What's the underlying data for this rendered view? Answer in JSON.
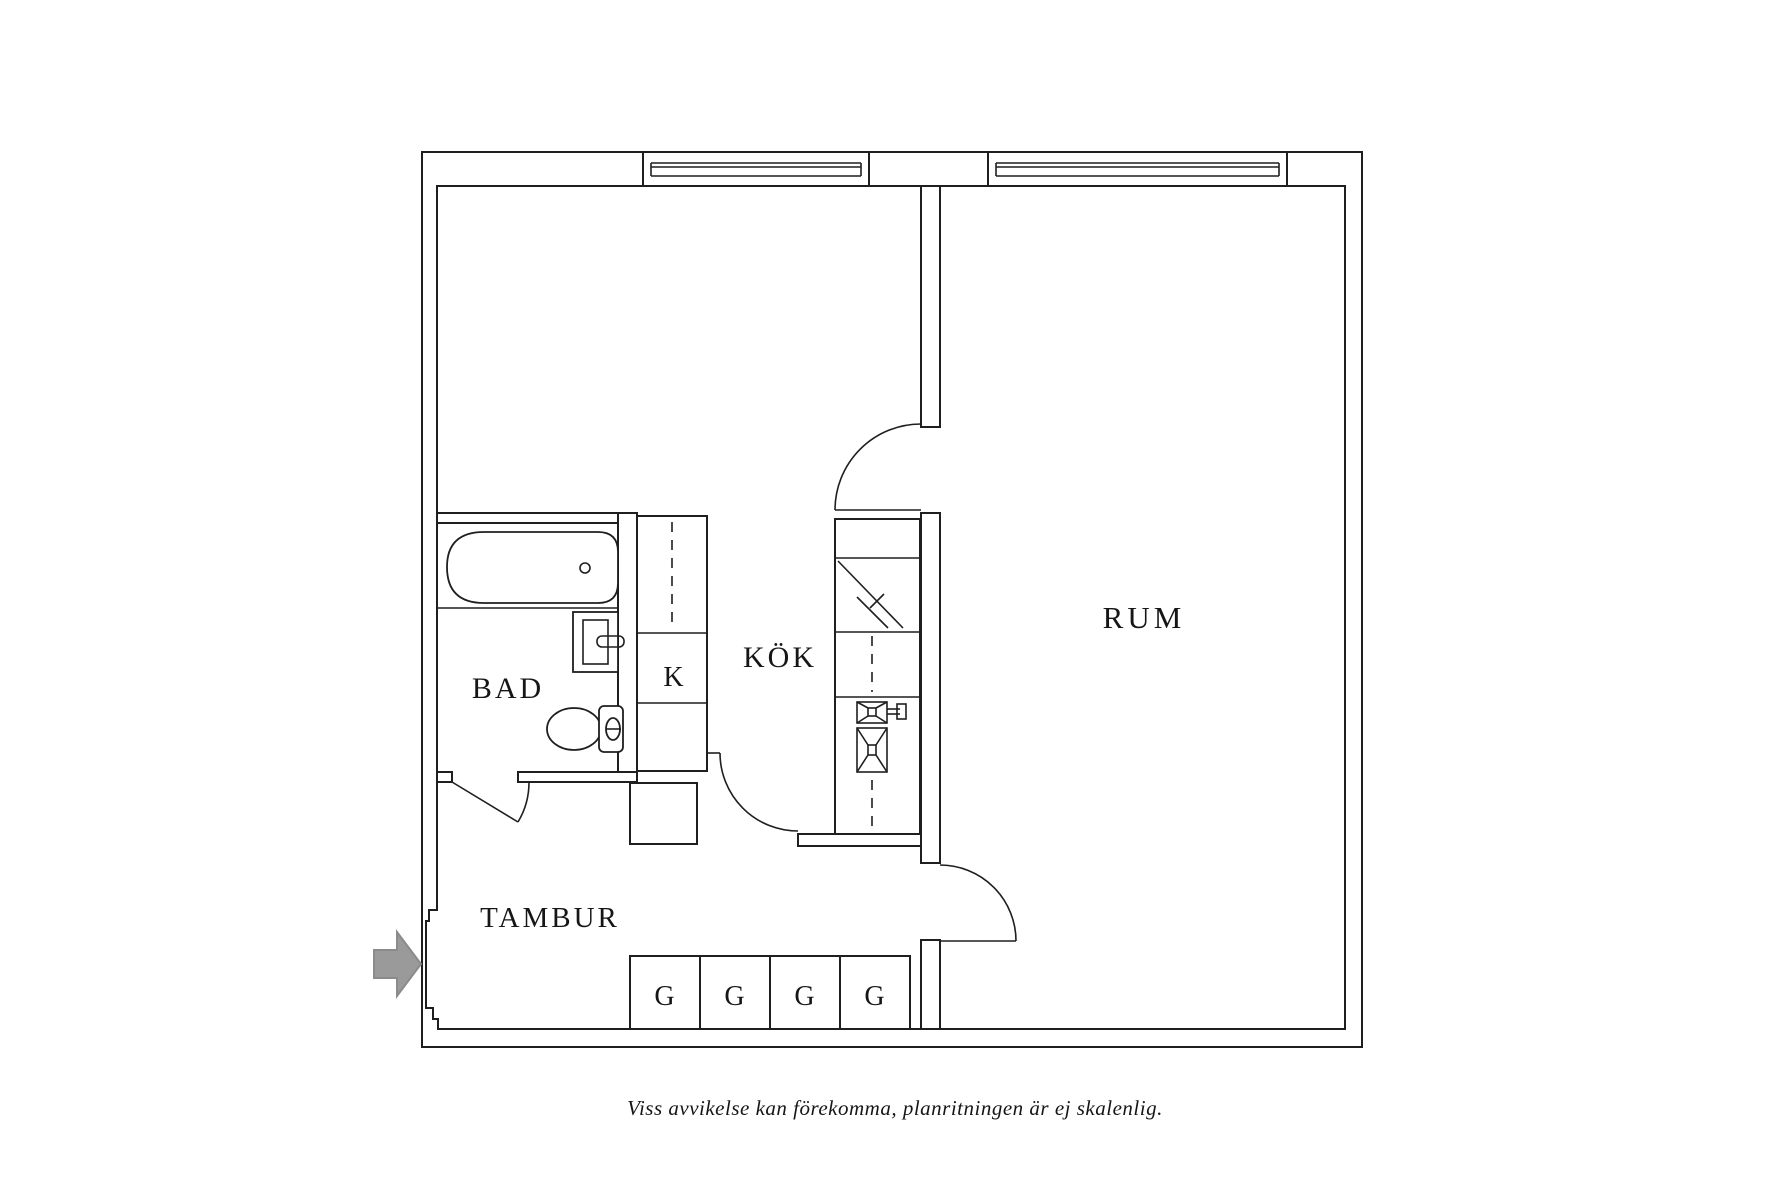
{
  "plan": {
    "labels": {
      "bad": "BAD",
      "kok": "KÖK",
      "closet_k": "K",
      "rum": "RUM",
      "tambur": "TAMBUR",
      "wardrobes": [
        "G",
        "G",
        "G",
        "G"
      ]
    },
    "caption": "Viss avvikelse kan förekomma, planritningen är ej skalenlig.",
    "fixtures": {
      "bathtub": "bathtub",
      "toilet": "toilet",
      "hand-basin": "hand-basin",
      "fridge": "refrigerator",
      "kitchen-sink": "kitchen-sink",
      "stove": "stove",
      "entry-arrow": "entry-arrow"
    },
    "colors": {
      "line": "#1f1f1f",
      "background": "#ffffff",
      "arrow": "#9a9a9a"
    }
  }
}
